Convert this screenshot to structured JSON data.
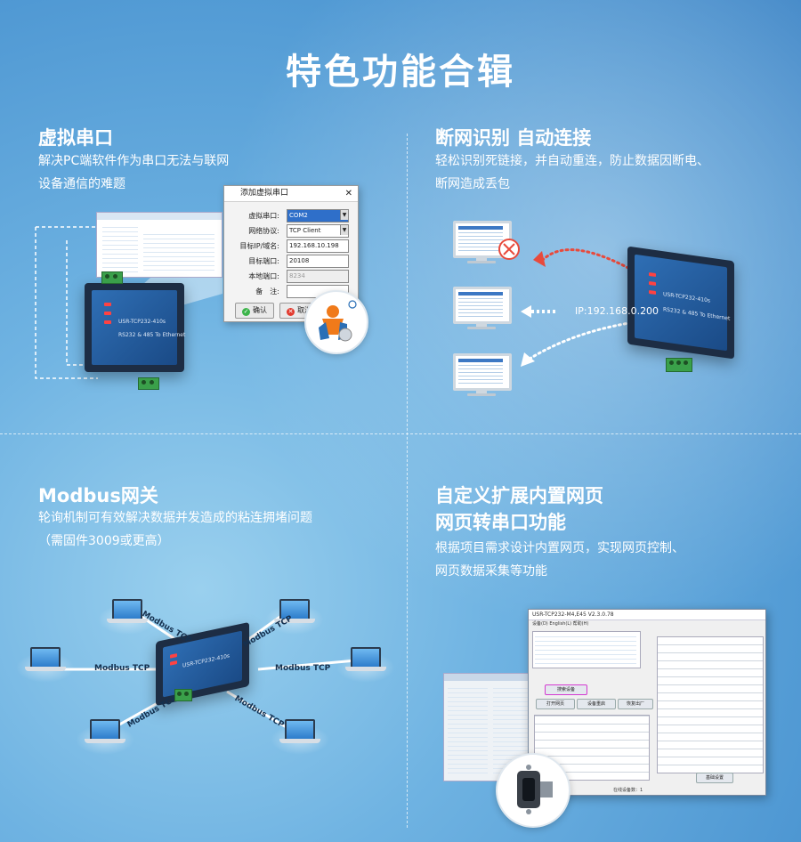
{
  "title": "特色功能合辑",
  "sections": {
    "virtual_port": {
      "heading": "虚拟串口",
      "desc_line1": "解决PC端软件作为串口无法与联网",
      "desc_line2": "设备通信的难题",
      "dialog": {
        "title": "添加虚拟串口",
        "close": "✕",
        "fields": [
          {
            "label": "虚拟串口:",
            "value": "COM2"
          },
          {
            "label": "网络协议:",
            "value": "TCP Client"
          },
          {
            "label": "目标IP/域名:",
            "value": "192.168.10.198"
          },
          {
            "label": "目标端口:",
            "value": "20108"
          },
          {
            "label": "本地端口:",
            "value": "8234"
          },
          {
            "label": "备　注:",
            "value": ""
          }
        ],
        "ok": "确认",
        "cancel": "取消"
      }
    },
    "disconnect": {
      "heading": "断网识别  自动连接",
      "desc_line1": "轻松识别死链接，并自动重连，防止数据因断电、",
      "desc_line2": "断网造成丢包",
      "ip_label": "IP:192.168.0.200"
    },
    "modbus": {
      "heading": "Modbus网关",
      "desc_line1": "轮询机制可有效解决数据并发造成的粘连拥堵问题",
      "desc_line2": "（需固件3009或更高）",
      "link_label": "Modbus TCP"
    },
    "webpage": {
      "heading_line1": "自定义扩展内置网页",
      "heading_line2": "网页转串口功能",
      "desc_line1": "根据项目需求设计内置网页，实现网页控制、",
      "desc_line2": "网页数据采集等功能",
      "window_title": "USR-TCP232-M4,E45 V2.3.0.78",
      "menu": "设备(D)  English(L)  帮助(H)",
      "buttons": [
        "搜索设备",
        "打开网页",
        "设备重启",
        "恢复出厂",
        "基础设置"
      ],
      "status": "在线设备数：1"
    }
  },
  "device": {
    "model": "USR-TCP232-410s",
    "subtitle": "RS232 & 485 To Ethernet"
  }
}
